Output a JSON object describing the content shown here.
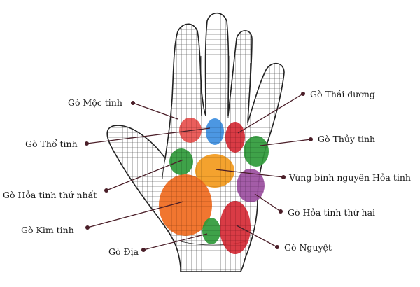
{
  "title": "",
  "mounts": [
    {
      "id": "moc-tinh",
      "label": "Gò Mộc tinh",
      "color": "#e8504e"
    },
    {
      "id": "tho-tinh",
      "label": "Gò Thổ tinh",
      "color": "#3d8ee0"
    },
    {
      "id": "thai-duong",
      "label": "Gò Thái dương",
      "color": "#d62a35"
    },
    {
      "id": "thuy-tinh",
      "label": "Gò Thủy tinh",
      "color": "#2f9a3a"
    },
    {
      "id": "hoa-tinh-1",
      "label": "Gò Hỏa tinh thứ nhất",
      "color": "#2f9a3a"
    },
    {
      "id": "binh-nguyen",
      "label": "Vùng bình nguyên Hỏa tinh",
      "color": "#f39a1c"
    },
    {
      "id": "hoa-tinh-2",
      "label": "Gò Hỏa tinh thứ hai",
      "color": "#9b4ea0"
    },
    {
      "id": "kim-tinh",
      "label": "Gò Kim tinh",
      "color": "#f06a1e"
    },
    {
      "id": "dia",
      "label": "Gò Địa",
      "color": "#2f9a3a"
    },
    {
      "id": "nguyet",
      "label": "Gò Nguyệt",
      "color": "#d62a35"
    }
  ],
  "colors": {
    "mesh": "#333333",
    "leader": "#4a1e28",
    "background": "#ffffff"
  }
}
